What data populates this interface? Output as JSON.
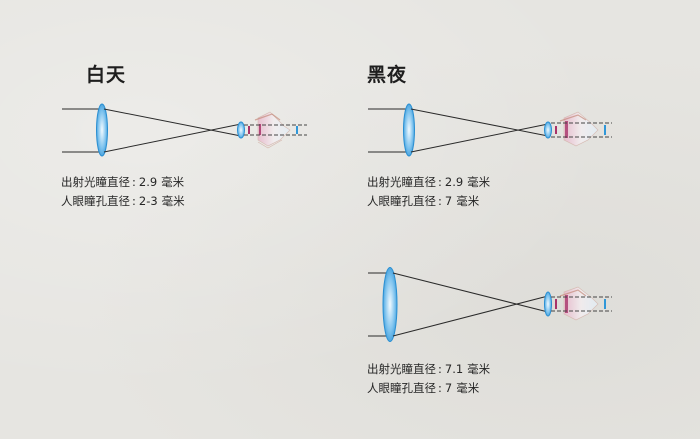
{
  "colors": {
    "background": "#e6e5e1",
    "lens_blue": "#2f97d8",
    "lens_highlight": "#e8f6ff",
    "ray_line": "#2a2a2a",
    "pupil_magenta": "#a8336a",
    "retina_blue": "#2f97d8",
    "eye_outline": "#c9a9a0"
  },
  "panels": [
    {
      "id": "day",
      "title": "白天",
      "captions": [
        {
          "label": "出射光瞳直径",
          "separator": ":",
          "value": "2.9",
          "unit": "毫米"
        },
        {
          "label": "人眼瞳孔直径",
          "separator": ":",
          "value": "2-3",
          "unit": "毫米"
        }
      ]
    },
    {
      "id": "night",
      "title": "黑夜",
      "captions": [
        {
          "label": "出射光瞳直径",
          "separator": ":",
          "value": "2.9",
          "unit": "毫米"
        },
        {
          "label": "人眼瞳孔直径",
          "separator": ":",
          "value": "7",
          "unit": "毫米"
        }
      ]
    },
    {
      "id": "night-large",
      "title": "",
      "captions": [
        {
          "label": "出射光瞳直径",
          "separator": ":",
          "value": "7.1",
          "unit": "毫米"
        },
        {
          "label": "人眼瞳孔直径",
          "separator": ":",
          "value": "7",
          "unit": "毫米"
        }
      ]
    }
  ]
}
